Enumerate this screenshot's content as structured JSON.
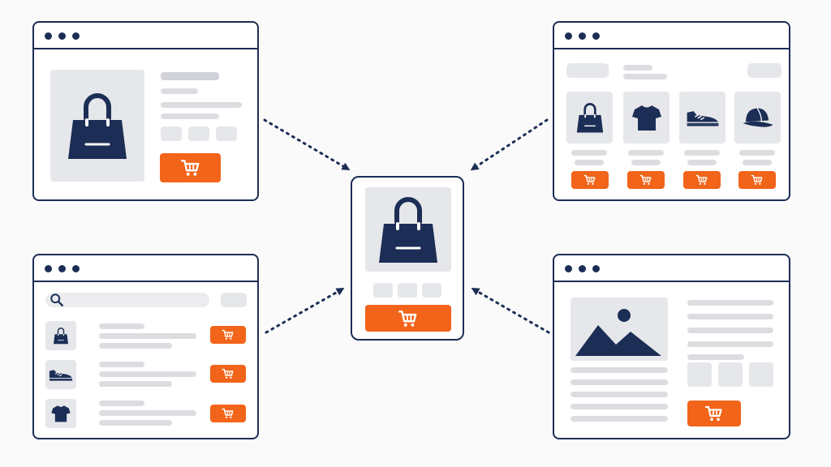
{
  "colors": {
    "navy": "#1c2e55",
    "orange": "#f26419",
    "placeholder_fill": "#e6e7ea",
    "text_bar": "#dcdde1",
    "background": "#fafafa"
  },
  "icons": {
    "window_controls": "three-dot-icon",
    "cart": "shopping-cart-icon",
    "search": "search-icon",
    "products": [
      "handbag-icon",
      "tshirt-icon",
      "sneaker-icon",
      "cap-icon"
    ],
    "media": "image-placeholder-icon"
  },
  "windows": [
    {
      "role": "product-detail-page",
      "products": [
        "handbag-icon"
      ]
    },
    {
      "role": "product-grid-page",
      "products": [
        "handbag-icon",
        "tshirt-icon",
        "sneaker-icon",
        "cap-icon"
      ]
    },
    {
      "role": "search-results-list",
      "products": [
        "handbag-icon",
        "sneaker-icon",
        "tshirt-icon"
      ]
    },
    {
      "role": "article-page",
      "products": [
        "image-placeholder-icon"
      ]
    }
  ],
  "hub": {
    "role": "embedded-product-widget",
    "products": [
      "handbag-icon"
    ]
  },
  "connectors": {
    "count": 4,
    "style": "dotted-arrow",
    "direction": "inward-to-hub"
  }
}
